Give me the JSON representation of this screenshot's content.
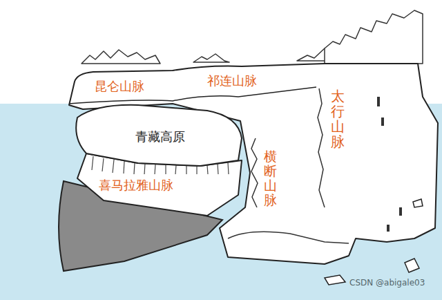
{
  "diagram": {
    "labels": [
      "昆仑山脉",
      "祁连山脉",
      "太行山脉",
      "青藏高原",
      "横断山脉",
      "喜马拉雅山脉",
      "CSDN @abigale03"
    ]
  }
}
